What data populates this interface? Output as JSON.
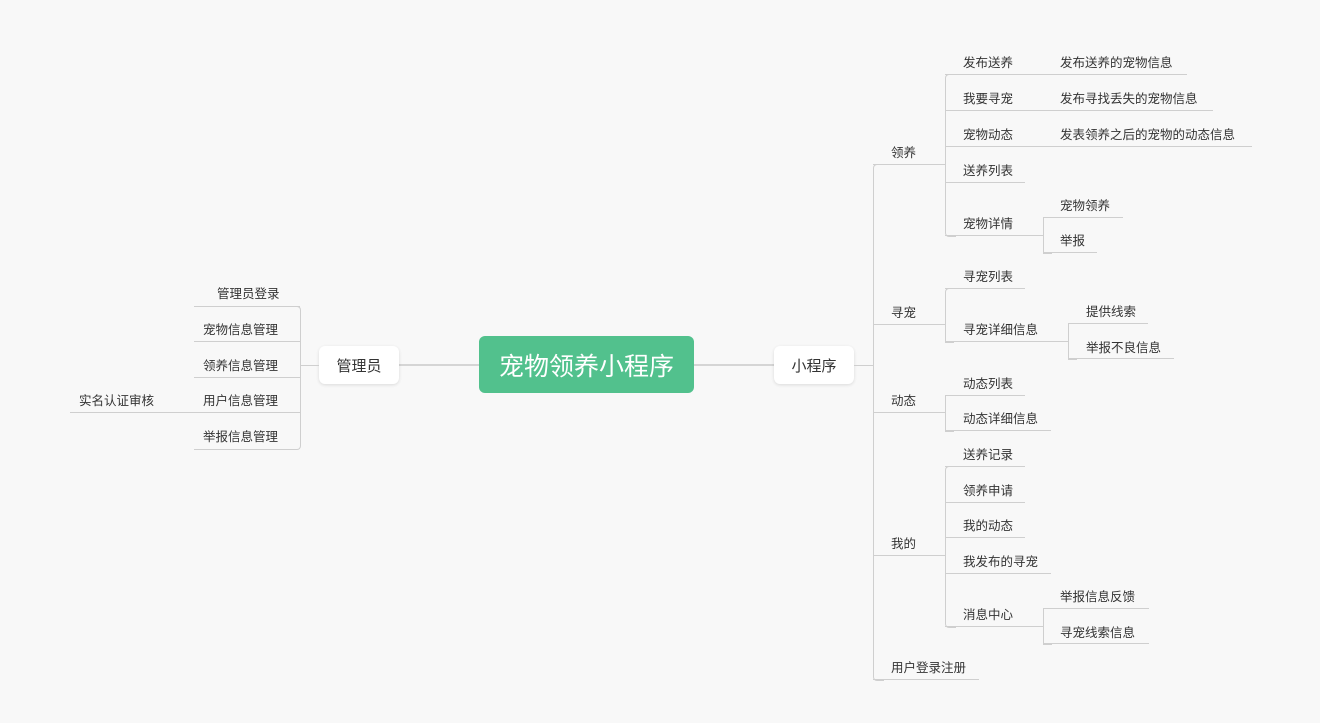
{
  "mindmap": {
    "root": {
      "label": "宠物领养小程序",
      "color": "#52c18d"
    },
    "left": {
      "label": "管理员",
      "children": [
        {
          "label": "管理员登录"
        },
        {
          "label": "宠物信息管理"
        },
        {
          "label": "领养信息管理"
        },
        {
          "label": "用户信息管理",
          "children": [
            {
              "label": "实名认证审核"
            }
          ]
        },
        {
          "label": "举报信息管理"
        }
      ]
    },
    "right": {
      "label": "小程序",
      "children": [
        {
          "label": "领养",
          "children": [
            {
              "label": "发布送养",
              "children": [
                {
                  "label": "发布送养的宠物信息"
                }
              ]
            },
            {
              "label": "我要寻宠",
              "children": [
                {
                  "label": "发布寻找丢失的宠物信息"
                }
              ]
            },
            {
              "label": "宠物动态",
              "children": [
                {
                  "label": "发表领养之后的宠物的动态信息"
                }
              ]
            },
            {
              "label": "送养列表"
            },
            {
              "label": "宠物详情",
              "children": [
                {
                  "label": "宠物领养"
                },
                {
                  "label": "举报"
                }
              ]
            }
          ]
        },
        {
          "label": "寻宠",
          "children": [
            {
              "label": "寻宠列表"
            },
            {
              "label": "寻宠详细信息",
              "children": [
                {
                  "label": "提供线索"
                },
                {
                  "label": "举报不良信息"
                }
              ]
            }
          ]
        },
        {
          "label": "动态",
          "children": [
            {
              "label": "动态列表"
            },
            {
              "label": "动态详细信息"
            }
          ]
        },
        {
          "label": "我的",
          "children": [
            {
              "label": "送养记录"
            },
            {
              "label": "领养申请"
            },
            {
              "label": "我的动态"
            },
            {
              "label": "我发布的寻宠"
            },
            {
              "label": "消息中心",
              "children": [
                {
                  "label": "举报信息反馈"
                },
                {
                  "label": "寻宠线索信息"
                }
              ]
            }
          ]
        },
        {
          "label": "用户登录注册"
        }
      ]
    }
  }
}
